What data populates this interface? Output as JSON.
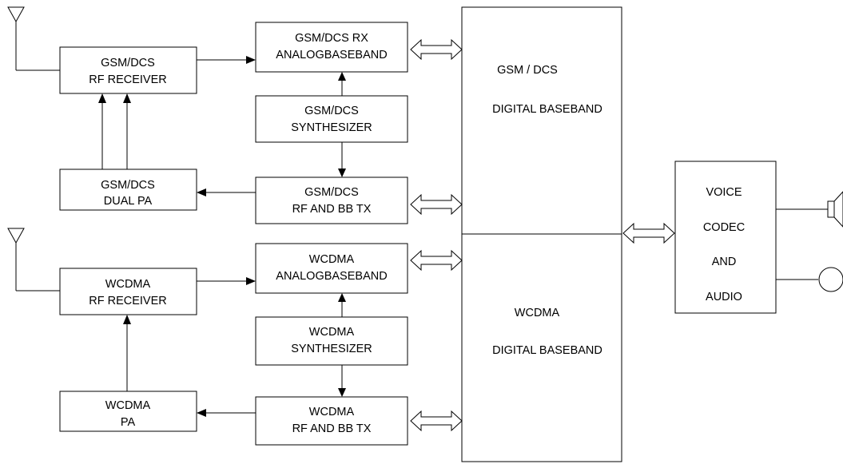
{
  "blocks": {
    "gsm_rf_receiver": {
      "lines": [
        "GSM/DCS",
        "RF RECEIVER"
      ]
    },
    "gsm_dual_pa": {
      "lines": [
        "GSM/DCS",
        "DUAL PA"
      ]
    },
    "gsm_rx_abb": {
      "lines": [
        "GSM/DCS RX",
        "ANALOGBASEBAND"
      ]
    },
    "gsm_synth": {
      "lines": [
        "GSM/DCS",
        "SYNTHESIZER"
      ]
    },
    "gsm_tx": {
      "lines": [
        "GSM/DCS",
        "RF AND BB TX"
      ]
    },
    "wcdma_rf_receiver": {
      "lines": [
        "WCDMA",
        "RF RECEIVER"
      ]
    },
    "wcdma_pa": {
      "lines": [
        "WCDMA",
        "PA"
      ]
    },
    "wcdma_abb": {
      "lines": [
        "WCDMA",
        "ANALOGBASEBAND"
      ]
    },
    "wcdma_synth": {
      "lines": [
        "WCDMA",
        "SYNTHESIZER"
      ]
    },
    "wcdma_tx": {
      "lines": [
        "WCDMA",
        "RF AND BB TX"
      ]
    },
    "gsm_digital_baseband": {
      "lines": [
        "GSM / DCS",
        "DIGITAL BASEBAND"
      ]
    },
    "wcdma_digital_baseband": {
      "lines": [
        "WCDMA",
        "DIGITAL BASEBAND"
      ]
    },
    "voice_codec": {
      "lines": [
        "VOICE",
        "CODEC",
        "AND",
        "AUDIO"
      ]
    }
  }
}
